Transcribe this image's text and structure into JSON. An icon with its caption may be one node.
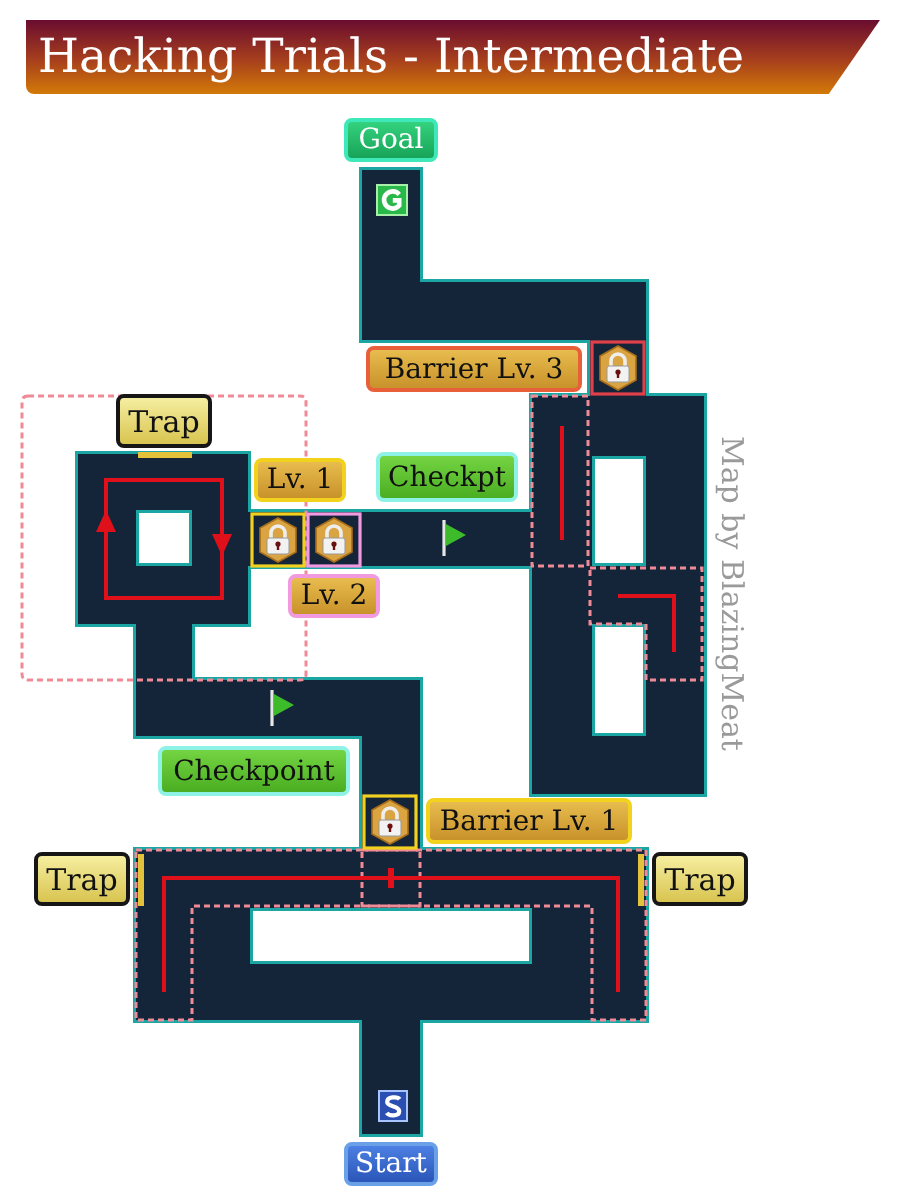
{
  "diagram": {
    "title": "Hacking Trials - Intermediate",
    "nodes": [
      {
        "text": [
          "Goal"
        ]
      },
      {
        "text": [
          "Barrier Lv. 3"
        ]
      },
      {
        "text": [
          "Trap"
        ]
      },
      {
        "text": [
          "Lv. 1"
        ]
      },
      {
        "text": [
          "Checkpt"
        ]
      },
      {
        "text": [
          "Lv. 2"
        ]
      },
      {
        "text": [
          "Checkpoint"
        ]
      },
      {
        "text": [
          "Barrier Lv. 1"
        ]
      },
      {
        "text": [
          "Trap"
        ]
      },
      {
        "text": [
          "Trap"
        ]
      },
      {
        "text": [
          "Start"
        ]
      }
    ],
    "labels": [
      "Map by BlazingMeat"
    ]
  }
}
